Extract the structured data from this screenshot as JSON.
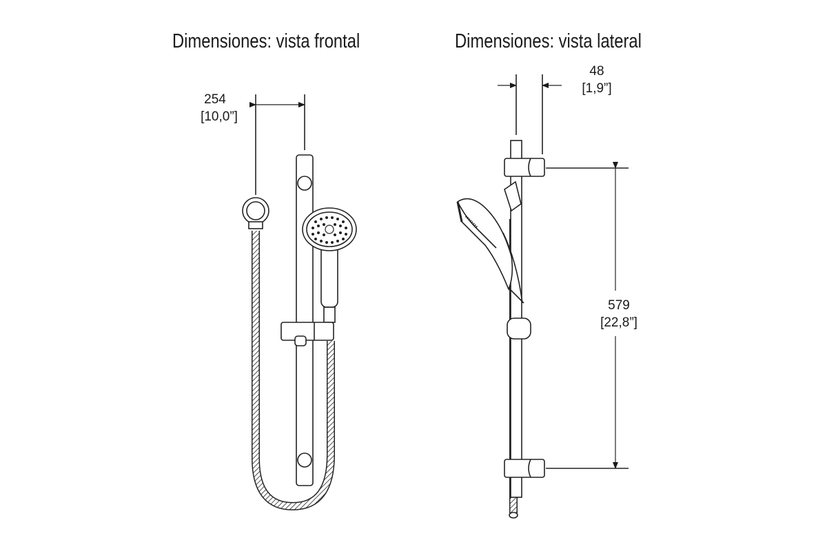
{
  "front_view": {
    "title": "Dimensiones: vista frontal",
    "width_dim": {
      "mm": "254",
      "in": "[10,0”]"
    }
  },
  "side_view": {
    "title": "Dimensiones: vista lateral",
    "depth_dim": {
      "mm": "48",
      "in": "[1,9”]"
    },
    "height_dim": {
      "mm": "579",
      "in": "[22,8”]"
    }
  }
}
